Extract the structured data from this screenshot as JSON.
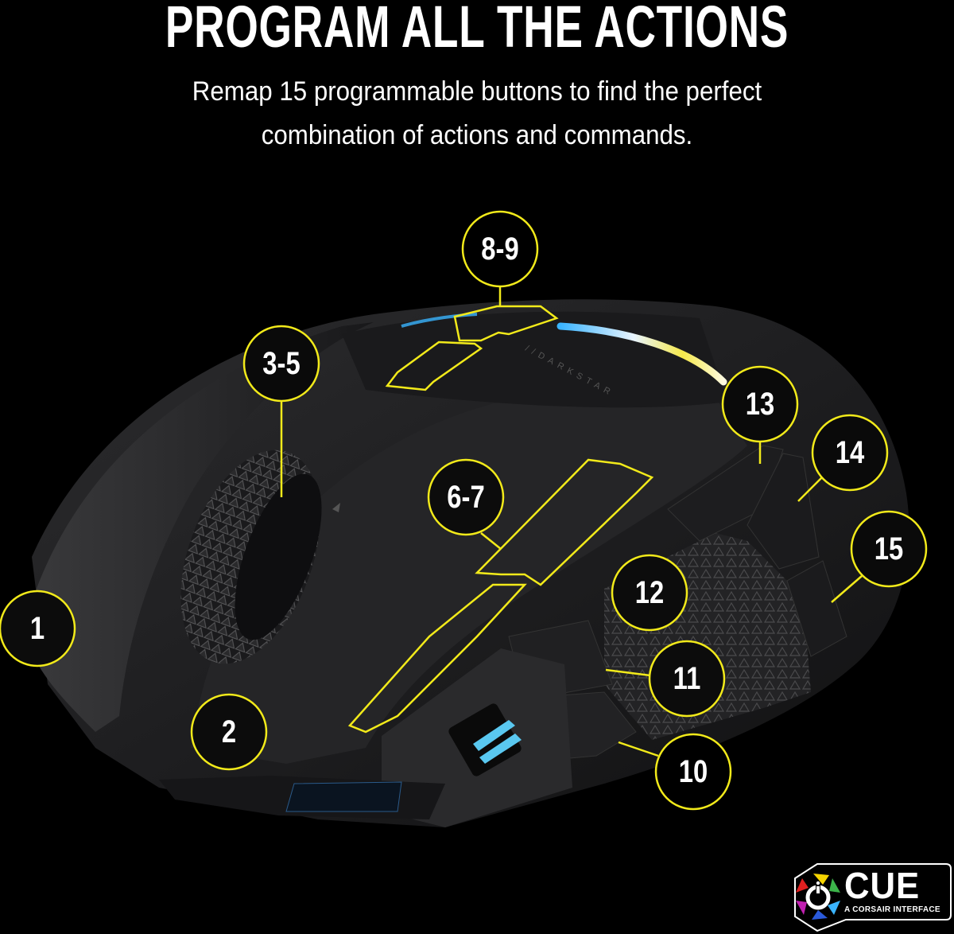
{
  "header": {
    "title": "PROGRAM ALL THE ACTIONS",
    "subtitle_line1": "Remap 15 programmable buttons to find the perfect",
    "subtitle_line2": "combination of actions and commands."
  },
  "product": {
    "brand_mark": "//DARKSTAR",
    "accent_color": "#f2ea1a",
    "body_color": "#1c1c1e",
    "led_colors": [
      "#3ab4ff",
      "#ffffff",
      "#f5e84a"
    ],
    "side_button_color": "#5ac8f0"
  },
  "callouts": [
    {
      "label": "1"
    },
    {
      "label": "2"
    },
    {
      "label": "3-5"
    },
    {
      "label": "6-7"
    },
    {
      "label": "8-9"
    },
    {
      "label": "10"
    },
    {
      "label": "11"
    },
    {
      "label": "12"
    },
    {
      "label": "13"
    },
    {
      "label": "14"
    },
    {
      "label": "15"
    }
  ],
  "logo": {
    "name": "CUE",
    "tagline": "A CORSAIR INTERFACE",
    "icon": "icue-power-icon"
  }
}
